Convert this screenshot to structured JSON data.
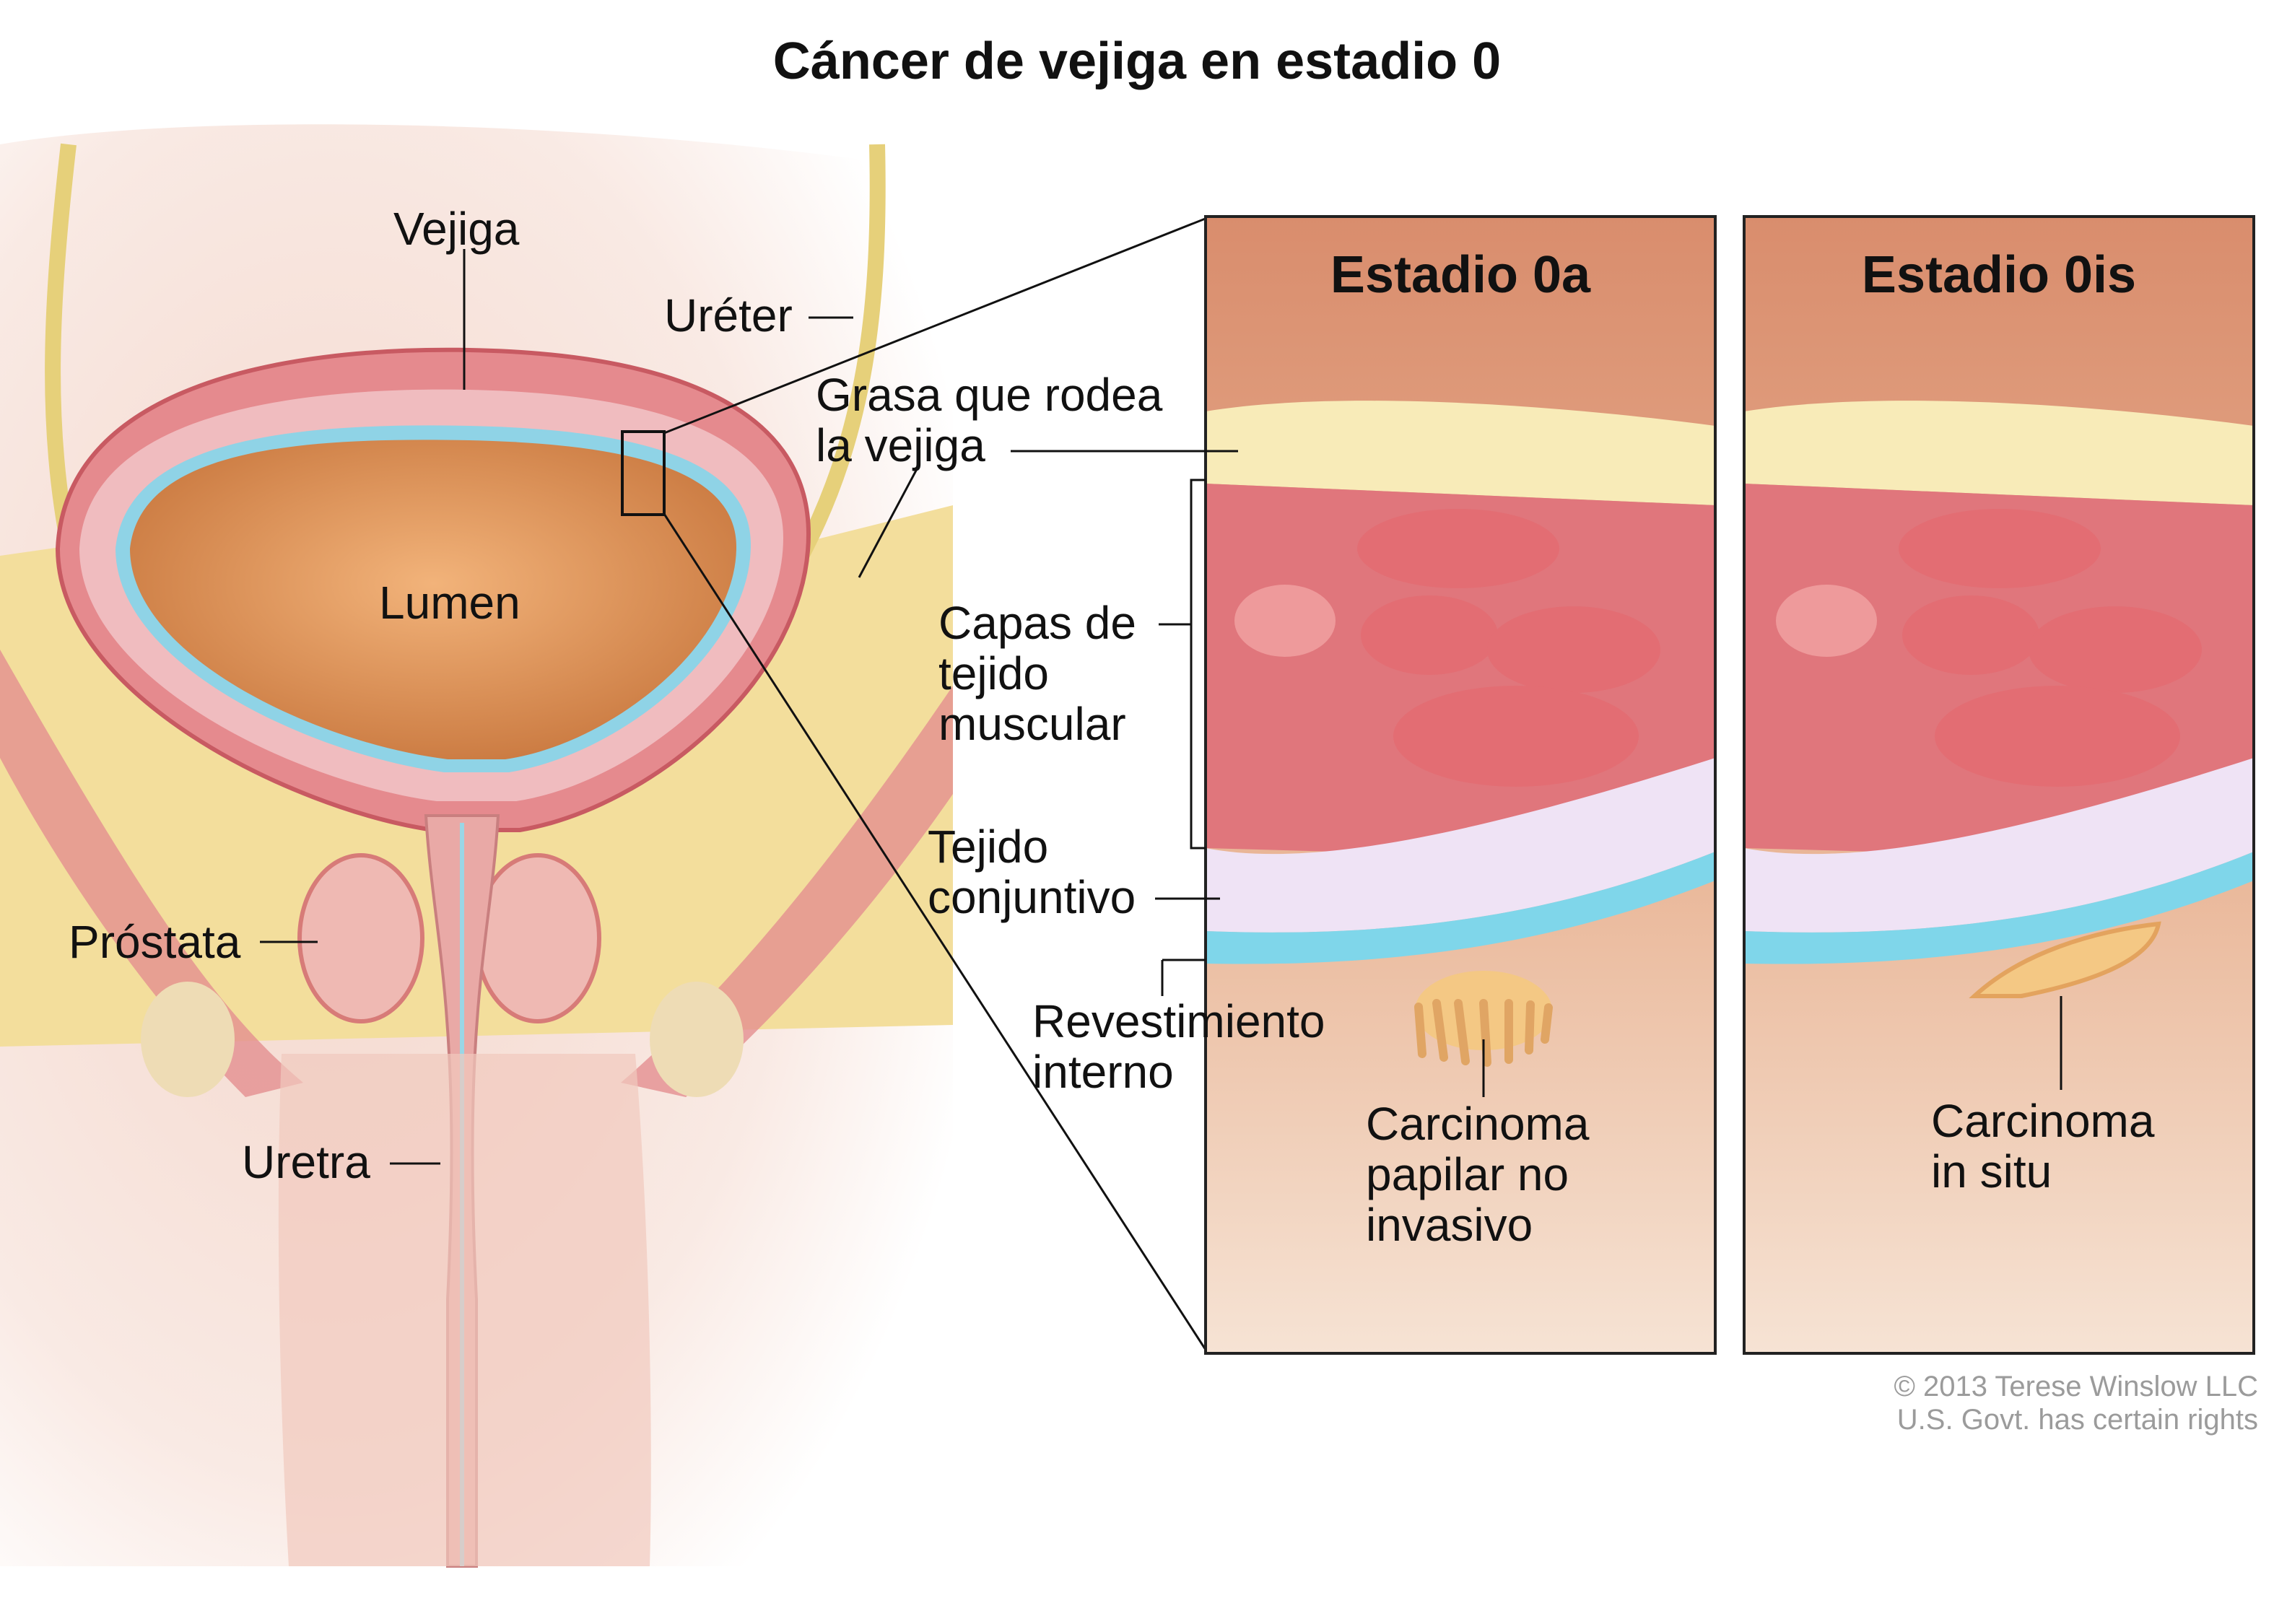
{
  "title": "Cáncer de vejiga en estadio 0",
  "panels": [
    {
      "title": "Estadio 0a",
      "tumor_label": "Carcinoma\npapilar no\ninvasivo"
    },
    {
      "title": "Estadio 0is",
      "tumor_label": "Carcinoma\nin situ"
    }
  ],
  "labels": {
    "vejiga": "Vejiga",
    "ureter": "Uréter",
    "grasa": "Grasa que rodea\nla vejiga",
    "lumen": "Lumen",
    "capas": "Capas de\ntejido\nmuscular",
    "tejido_conjuntivo": "Tejido\nconjuntivo",
    "revestimiento": "Revestimiento\ninterno",
    "prostata": "Próstata",
    "uretra": "Uretra"
  },
  "credit": "© 2013 Terese Winslow LLC\nU.S. Govt. has certain rights",
  "colors": {
    "muscle": "#e0767c",
    "connective": "#efe3f5",
    "lining": "#7fd6ea",
    "fat": "#f6e7a8",
    "lumen": "#e8a46a",
    "tumor": "#f4c884"
  }
}
